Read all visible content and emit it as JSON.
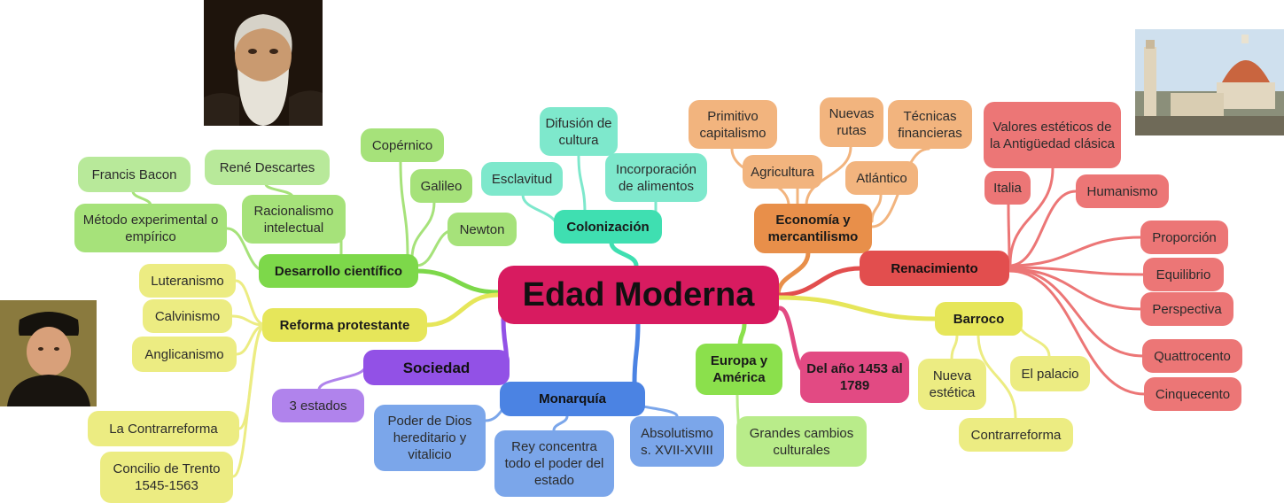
{
  "title": "Edad Moderna",
  "colors": {
    "central": "#d81b60",
    "green": "#a6e27a",
    "green_main": "#7dd84a",
    "teal": "#7ee8cc",
    "teal_main": "#3fdfb1",
    "peach": "#f2b47e",
    "orange_main": "#e88f4a",
    "red": "#ec7676",
    "red_main": "#e24e4e",
    "yellow": "#ecec82",
    "yellow_main": "#e6e65a",
    "purple": "#b083ec",
    "purple_main": "#9251e6",
    "blue": "#7ba6ea",
    "blue_main": "#4b83e3",
    "lime_main": "#8be04c",
    "lime": "#b9ec8a",
    "pink_main": "#e24a83"
  },
  "branches": {
    "desarrollo": {
      "label": "Desarrollo científico",
      "children": [
        "Copérnico",
        "Galileo",
        "Newton",
        "Racionalismo intelectual",
        "René Descartes",
        "Método experimental o empírico",
        "Francis Bacon"
      ]
    },
    "colonizacion": {
      "label": "Colonización",
      "children": [
        "Esclavitud",
        "Difusión de cultura",
        "Incorporación de alimentos"
      ]
    },
    "economia": {
      "label": "Economía y mercantilismo",
      "children": [
        "Primitivo capitalismo",
        "Agricultura",
        "Nuevas rutas",
        "Técnicas financieras",
        "Atlántico"
      ]
    },
    "renacimiento": {
      "label": "Renacimiento",
      "children": [
        "Valores estéticos de la Antigüedad clásica",
        "Italia",
        "Humanismo",
        "Proporción",
        "Equilibrio",
        "Perspectiva",
        "Quattrocento",
        "Cinquecento"
      ]
    },
    "barroco": {
      "label": "Barroco",
      "children": [
        "Nueva estética",
        "El palacio",
        "Contrarreforma"
      ]
    },
    "del_ano": {
      "label": "Del año 1453 al 1789"
    },
    "europa": {
      "label": "Europa y América",
      "children": [
        "Grandes cambios culturales"
      ]
    },
    "monarquia": {
      "label": "Monarquía",
      "children": [
        "Poder de Dios hereditario y vitalicio",
        "Rey concentra todo el poder del estado",
        "Absolutismo s. XVII-XVIII"
      ]
    },
    "sociedad": {
      "label": "Sociedad",
      "children": [
        "3 estados"
      ]
    },
    "reforma": {
      "label": "Reforma protestante",
      "children": [
        "Luteranismo",
        "Calvinismo",
        "Anglicanismo",
        "La Contrarreforma",
        "Concilio de Trento 1545-1563"
      ]
    }
  },
  "images": [
    "galileo-portrait",
    "luther-portrait",
    "florence-cathedral"
  ]
}
